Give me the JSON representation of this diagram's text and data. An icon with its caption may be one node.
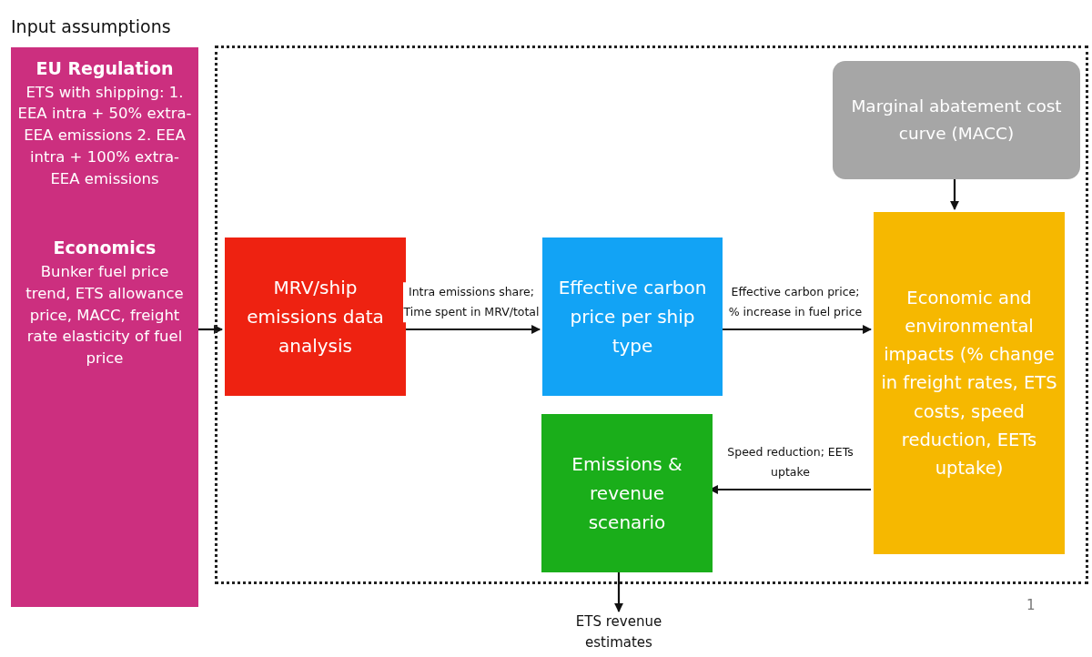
{
  "diagram": {
    "nodes": [
      {
        "text": [
          "Input assumptions",
          "EU Regulation",
          "ETS with shipping: 1. EEA intra + 50% extra-EEA emissions 2. EEA intra + 100% extra-EEA emissions",
          "Economics",
          "Bunker fuel price trend, ETS allowance price, MACC, freight rate elasticity of fuel price"
        ]
      },
      {
        "text": [],
        "shape": "box"
      },
      {
        "text": [
          "MRV/ship emissions data analysis"
        ],
        "in": 1
      },
      {
        "text": [
          "Effective carbon price per ship type"
        ],
        "in": 1
      },
      {
        "text": [
          "Marginal abatement cost curve (MACC)"
        ],
        "in": 1
      },
      {
        "text": [
          "Economic and environmental impacts (% change in freight rates, ETS costs, speed reduction, EETs uptake)"
        ],
        "in": 1
      },
      {
        "text": [
          "Emissions & revenue scenario"
        ],
        "in": 1
      },
      {
        "text": [
          "ETS revenue estimates"
        ]
      }
    ],
    "edges": [
      {
        "from": 0,
        "to": 2,
        "arrow": "to"
      },
      {
        "from": 2,
        "to": 3,
        "arrow": "to",
        "label": "Intra emissions share; Time spent in MRV/total"
      },
      {
        "from": 3,
        "to": 5,
        "arrow": "to",
        "label": "Effective carbon price; % increase in fuel price"
      },
      {
        "from": 4,
        "to": 5,
        "arrow": "to"
      },
      {
        "from": 5,
        "to": 6,
        "arrow": "to",
        "label": "Speed reduction; EETs uptake"
      },
      {
        "from": 6,
        "to": 7,
        "arrow": "to"
      }
    ],
    "labels": [
      "1"
    ]
  }
}
